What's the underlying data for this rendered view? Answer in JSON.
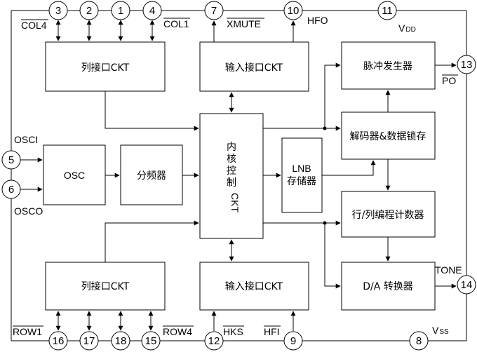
{
  "blocks": {
    "col_if_top": "列接口CKT",
    "in_if_top": "输入接口CKT",
    "pulse_gen": "脉冲发生器",
    "decoder": "解码器&数据锁存",
    "osc": "OSC",
    "divider": "分频器",
    "core": [
      "内",
      "核",
      "控",
      "制",
      "CKT"
    ],
    "lnb_storage": [
      "LNB",
      "存储器"
    ],
    "rc_counter": "行/列编程计数器",
    "col_if_bottom": "列接口CKT",
    "in_if_bottom": "输入接口CKT",
    "da_converter": "D/A 转换器"
  },
  "pins": {
    "p3": "3",
    "p2": "2",
    "p1": "1",
    "p4": "4",
    "p7": "7",
    "p10": "10",
    "p11": "11",
    "p13": "13",
    "p5": "5",
    "p6": "6",
    "p14": "14",
    "p16": "16",
    "p17": "17",
    "p18": "18",
    "p15": "15",
    "p12": "12",
    "p9": "9",
    "p8": "8"
  },
  "signals": {
    "col4": "COL4",
    "col1": "COL1",
    "xmute": "XMUTE",
    "hfo": "HFO",
    "vdd_main": "V",
    "vdd_sub": "DD",
    "po": "PO",
    "osci": "OSCI",
    "osco": "OSCO",
    "tone": "TONE",
    "row1": "ROW1",
    "row4": "ROW4",
    "hks": "HKS",
    "hfi": "HFI",
    "vss_main": "V",
    "vss_sub": "SS"
  }
}
